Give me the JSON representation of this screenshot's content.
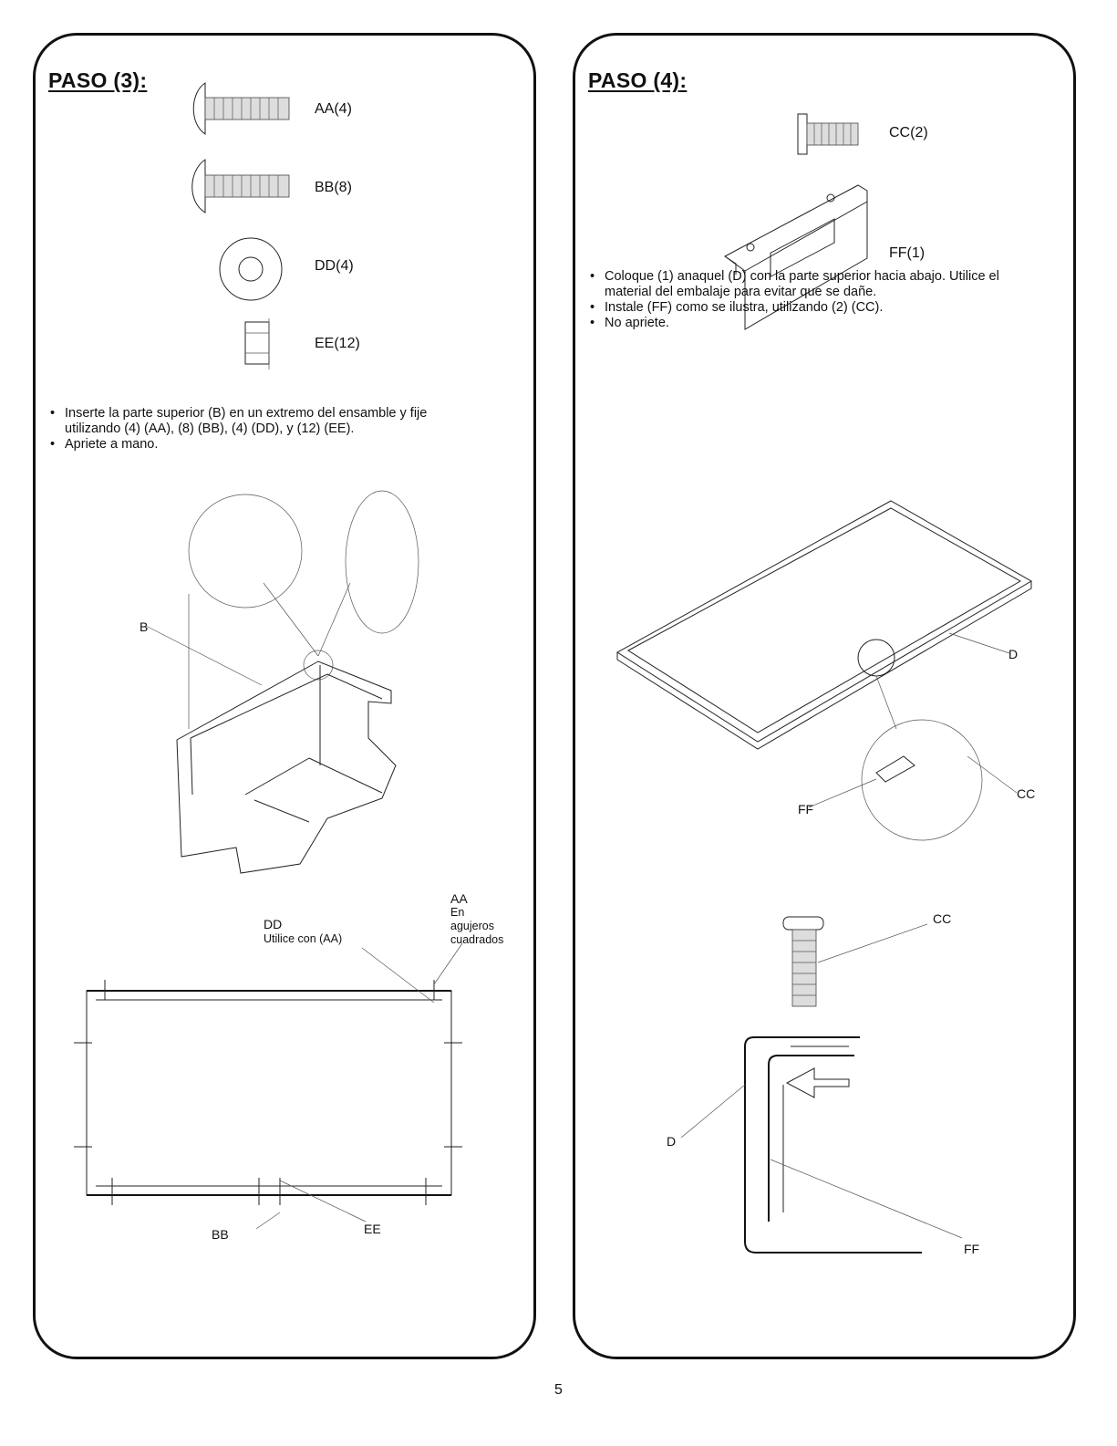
{
  "step3": {
    "title": "PASO (3):",
    "parts": [
      {
        "label": "AA(4)",
        "icon": "carriage-bolt-short-icon"
      },
      {
        "label": "BB(8)",
        "icon": "carriage-bolt-long-icon"
      },
      {
        "label": "DD(4)",
        "icon": "washer-icon"
      },
      {
        "label": "EE(12)",
        "icon": "flange-nut-icon"
      }
    ],
    "instructions": [
      "Inserte la parte superior (B) en un extremo del ensamble y fije utilizando (4) (AA), (8) (BB), (4) (DD), y (12) (EE).",
      "Apriete a mano."
    ],
    "diagram_labels": {
      "b": "B",
      "dd": "DD",
      "dd_note": "Utilice con (AA)",
      "aa": "AA",
      "aa_note": [
        "En",
        "agujeros",
        "cuadrados"
      ],
      "bb": "BB",
      "ee": "EE"
    }
  },
  "step4": {
    "title": "PASO (4):",
    "parts": [
      {
        "label": "CC(2)",
        "icon": "screw-icon"
      },
      {
        "label": "FF(1)",
        "icon": "bracket-icon"
      }
    ],
    "instructions": [
      "Coloque (1) anaquel (D) con la parte superior hacia abajo. Utilice el material del embalaje para evitar que se dañe.",
      "Instale (FF) como se ilustra, utilizando (2) (CC).",
      "No apriete."
    ],
    "diagram_labels": {
      "d": "D",
      "ff": "FF",
      "cc": "CC",
      "cc2": "CC",
      "d2": "D",
      "ff2": "FF"
    }
  },
  "page_number": "5"
}
